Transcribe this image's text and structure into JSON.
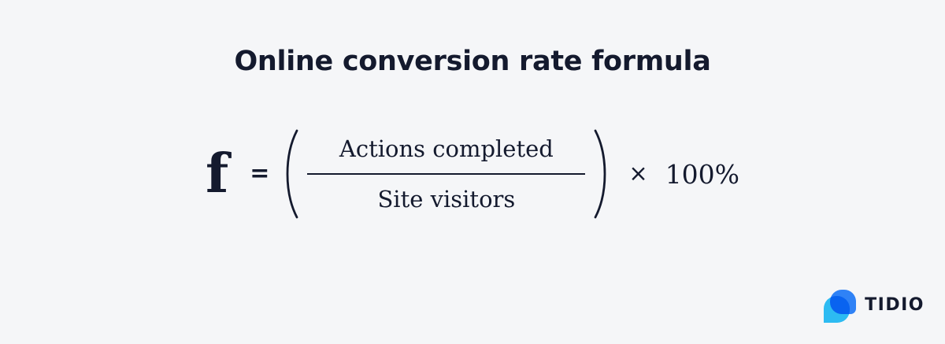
{
  "page": {
    "background": "#f5f6f8",
    "text_color": "#141a2e"
  },
  "title": "Online conversion rate formula",
  "formula": {
    "variable": "f",
    "equals": "=",
    "open_paren": "(",
    "numerator": "Actions completed",
    "denominator": "Site visitors",
    "close_paren": ")",
    "multiply_sign": "×",
    "multiplier": "100%"
  },
  "logo": {
    "text": "TIDIO",
    "bubble_primary_color": "#2f82f6",
    "bubble_secondary_color": "#2fc2f9"
  }
}
